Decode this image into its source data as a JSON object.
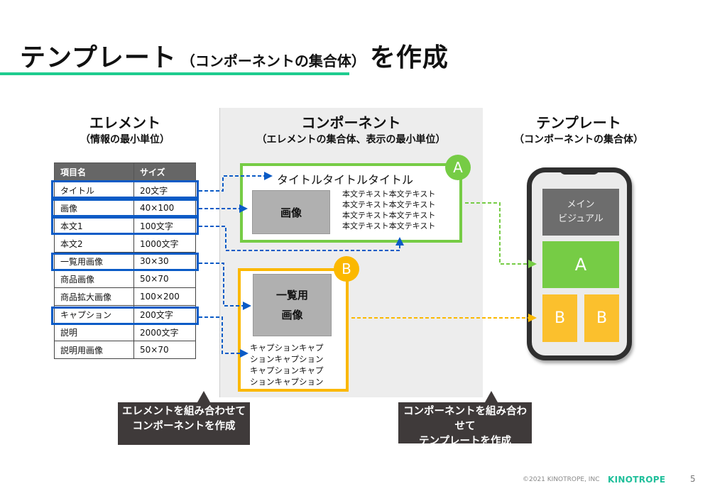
{
  "title": {
    "main": "テンプレート",
    "sub": "（コンポーネントの集合体）",
    "tail": "を作成",
    "accent_color": "#1fcc8f"
  },
  "columns": {
    "element": {
      "heading": "エレメント",
      "subheading": "（情報の最小単位）"
    },
    "component": {
      "heading": "コンポーネント",
      "subheading": "（エレメントの集合体、表示の最小単位）"
    },
    "template": {
      "heading": "テンプレート",
      "subheading": "（コンポーネントの集合体）"
    }
  },
  "element_table": {
    "headers": [
      "項目名",
      "サイズ"
    ],
    "rows": [
      {
        "name": "タイトル",
        "size": "20文字",
        "highlighted": true
      },
      {
        "name": "画像",
        "size": "40×100",
        "highlighted": true
      },
      {
        "name": "本文1",
        "size": "100文字",
        "highlighted": true
      },
      {
        "name": "本文2",
        "size": "1000文字",
        "highlighted": false
      },
      {
        "name": "一覧用画像",
        "size": "30×30",
        "highlighted": true
      },
      {
        "name": "商品画像",
        "size": "50×70",
        "highlighted": false
      },
      {
        "name": "商品拡大画像",
        "size": "100×200",
        "highlighted": false
      },
      {
        "name": "キャプション",
        "size": "200文字",
        "highlighted": true
      },
      {
        "name": "説明",
        "size": "2000文字",
        "highlighted": false
      },
      {
        "name": "説明用画像",
        "size": "50×70",
        "highlighted": false
      }
    ]
  },
  "component_a": {
    "badge": "A",
    "title": "タイトルタイトルタイトル",
    "image_label": "画像",
    "body_lines": [
      "本文テキスト本文テキスト",
      "本文テキスト本文テキスト",
      "本文テキスト本文テキスト",
      "本文テキスト本文テキスト"
    ],
    "color": "#76cc45"
  },
  "component_b": {
    "badge": "B",
    "image_label_line1": "一覧用",
    "image_label_line2": "画像",
    "caption_lines": [
      "キャプションキャプ",
      "ションキャプション",
      "キャプションキャプ",
      "ションキャプション"
    ],
    "color": "#fbb800"
  },
  "phone": {
    "main_visual_line1": "メイン",
    "main_visual_line2": "ビジュアル",
    "slot_a": "A",
    "slot_b1": "B",
    "slot_b2": "B"
  },
  "callouts": {
    "left_line1": "エレメントを組み合わせて",
    "left_line2": "コンポーネントを作成",
    "right_line1": "コンポーネントを組み合わせて",
    "right_line2": "テンプレートを作成"
  },
  "footer": {
    "copyright": "©2021 KINOTROPE, INC",
    "brand": "KINOTROPE",
    "page_number": "5"
  },
  "colors": {
    "connector_blue": "#0b5bc6",
    "connector_green": "#76cc45",
    "connector_orange": "#fbb800"
  }
}
